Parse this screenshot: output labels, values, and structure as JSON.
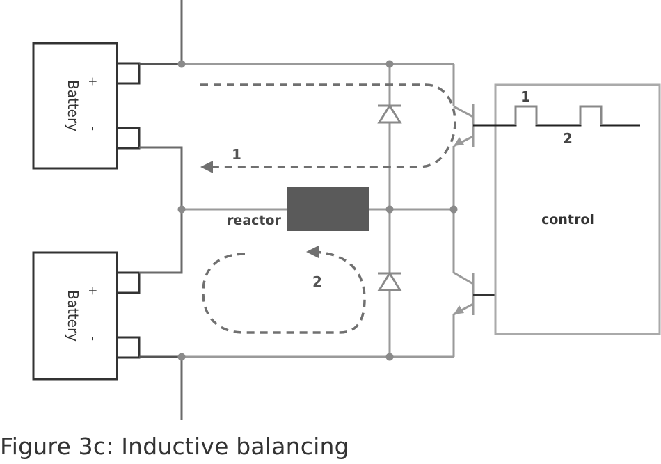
{
  "figure": {
    "caption": "Figure 3c: Inductive balancing"
  },
  "batteries": [
    {
      "name": "Battery",
      "plus": "+",
      "minus": "-"
    },
    {
      "name": "Battery",
      "plus": "+",
      "minus": "-"
    }
  ],
  "components": {
    "reactor_label": "reactor",
    "control_label": "control"
  },
  "pulses": {
    "label_1": "1",
    "label_2": "2"
  },
  "current_paths": {
    "label_1": "1",
    "label_2": "2"
  },
  "colors": {
    "wire_dark": "#555555",
    "wire_light": "#999999",
    "reactor_fill": "#5a5a5a",
    "dashed_path": "#707070",
    "text": "#333333",
    "signal": "#222222"
  }
}
